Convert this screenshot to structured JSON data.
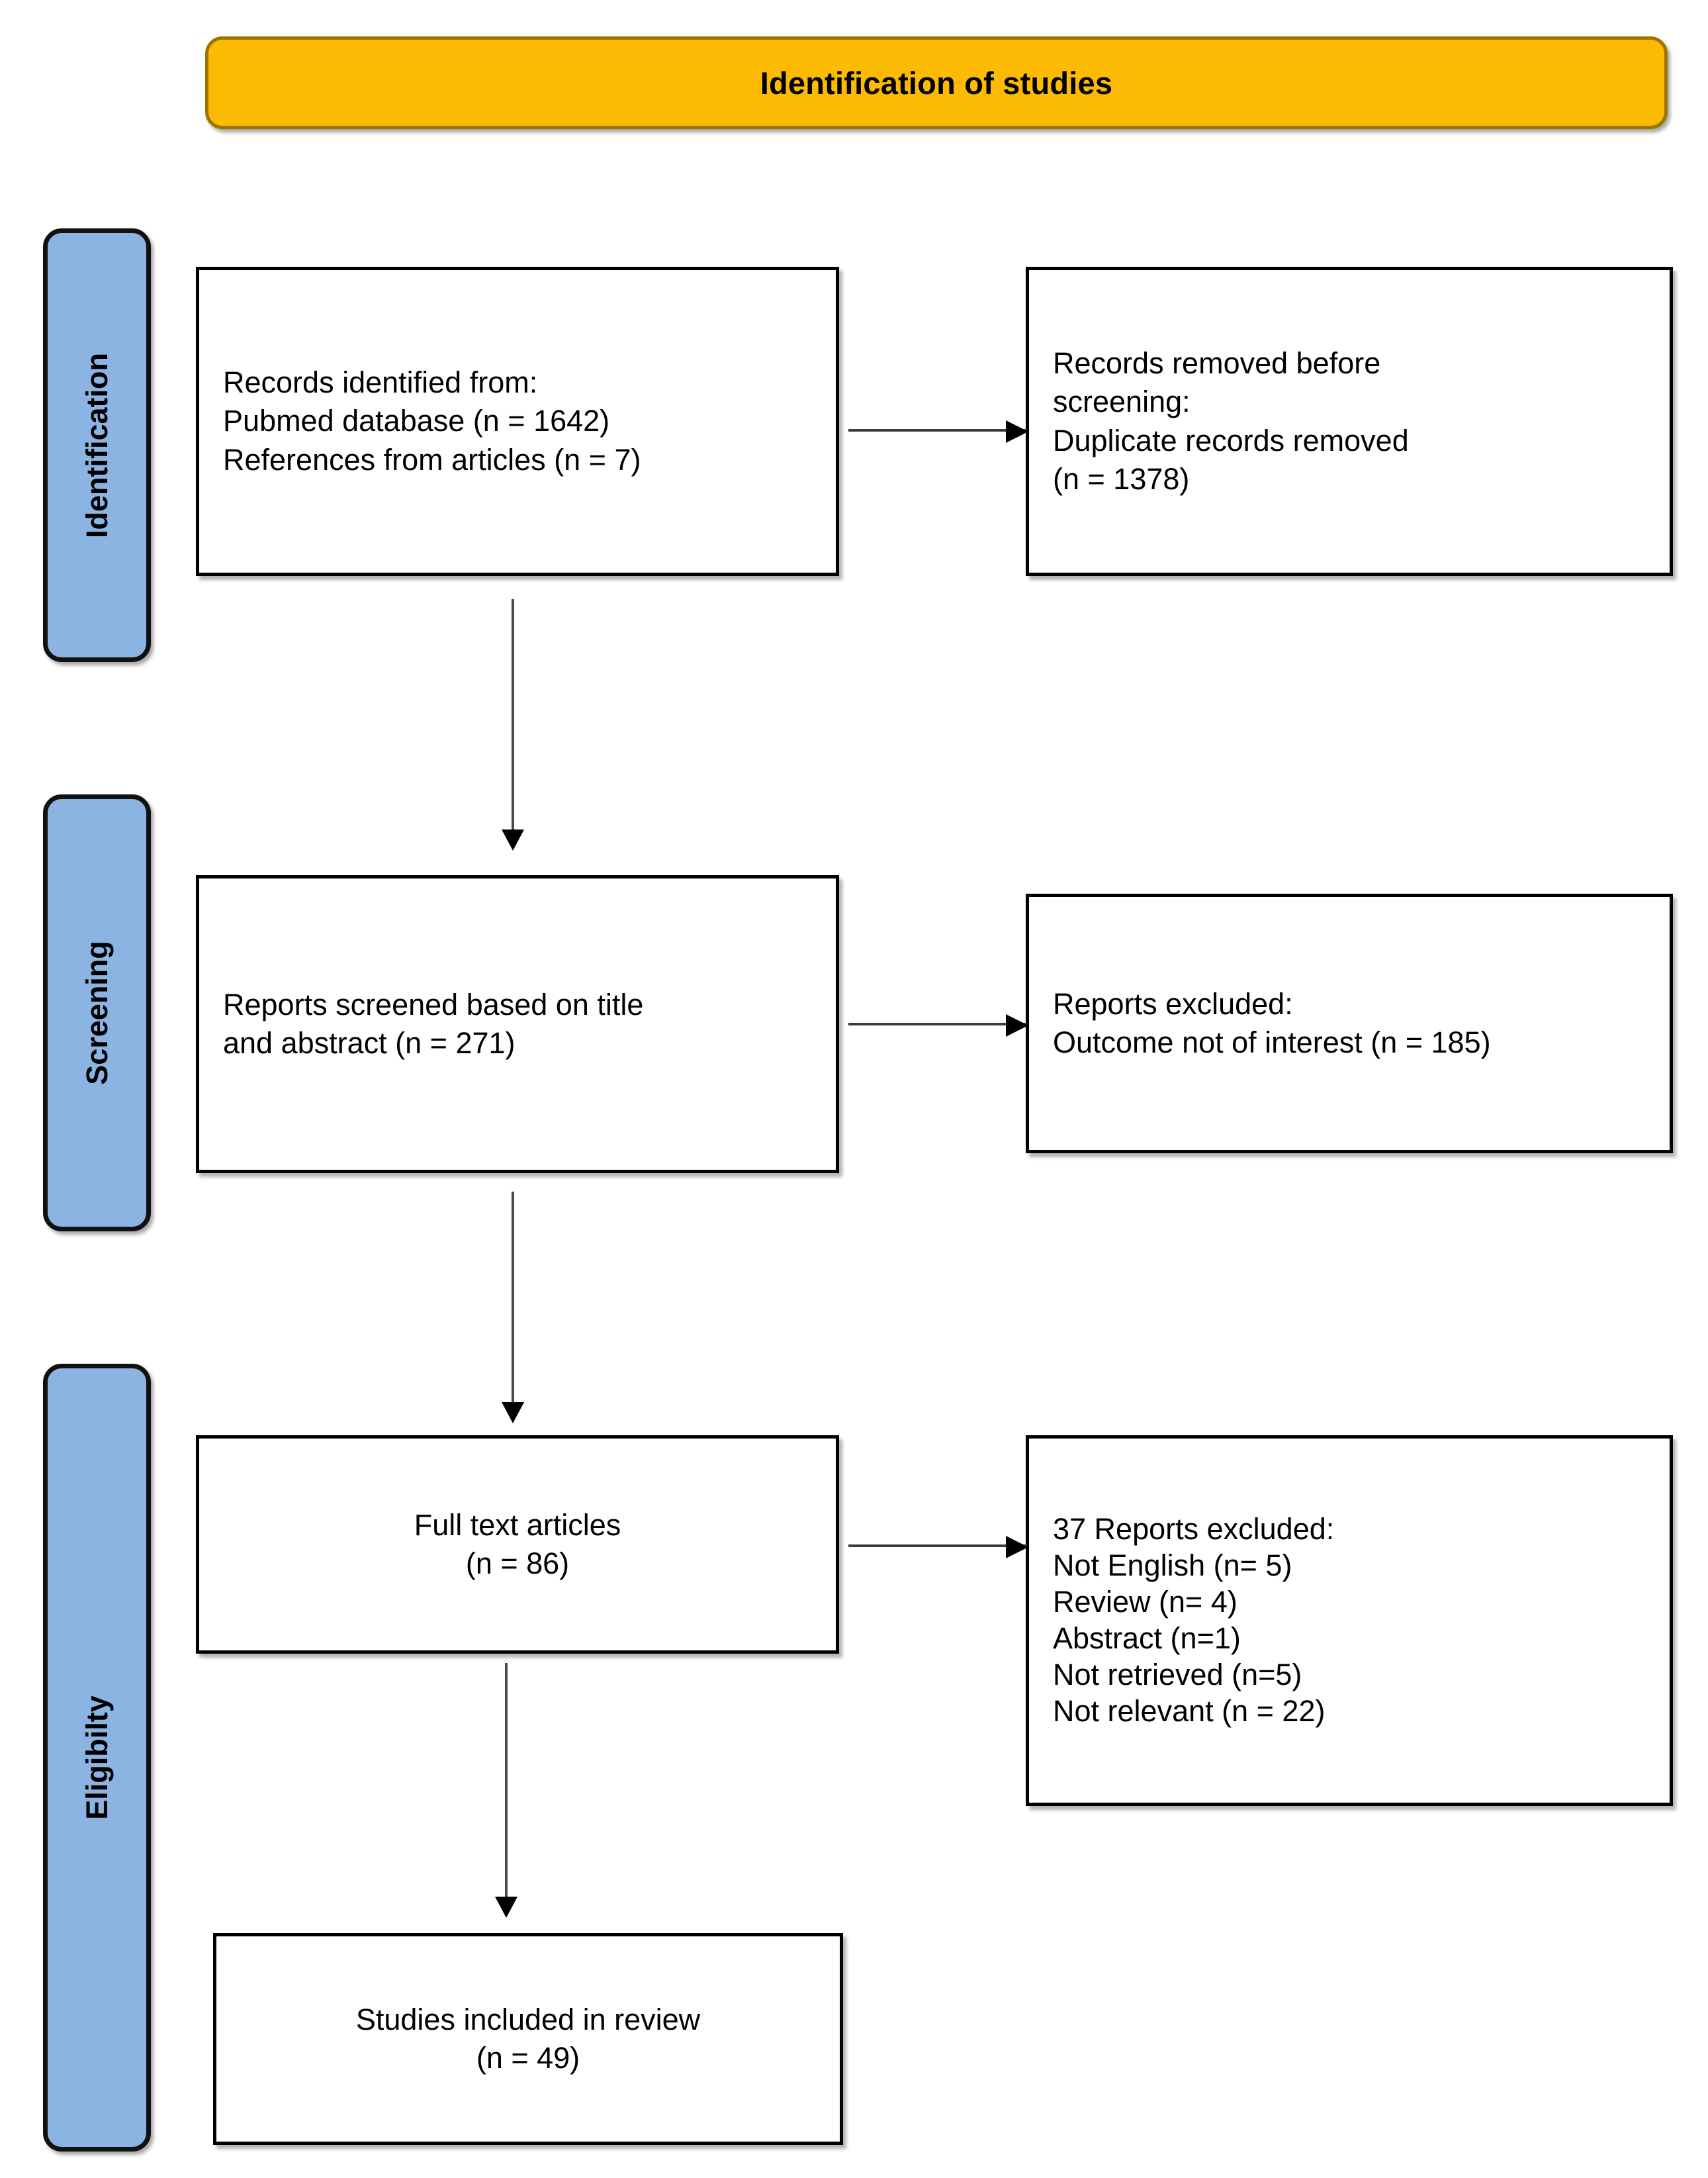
{
  "header": {
    "title": "Identification of studies",
    "bar_color": "#FCBA03",
    "bar_border_color": "#9C7500"
  },
  "stages": {
    "band_color": "#8CB4E2",
    "identification": {
      "label": "Identification"
    },
    "screening": {
      "label": "Screening"
    },
    "eligibility": {
      "label": "Eligibilty"
    }
  },
  "boxes": {
    "records_identified": {
      "lines": [
        "Records identified from:",
        "Pubmed database (n = 1642)",
        "References from articles (n = 7)"
      ]
    },
    "records_removed": {
      "lines": [
        "Records removed before",
        "screening:",
        "Duplicate records removed",
        "(n = 1378)"
      ]
    },
    "reports_screened": {
      "lines": [
        "Reports screened based on title",
        "and abstract (n = 271)"
      ]
    },
    "reports_excluded": {
      "lines": [
        "Reports excluded:",
        "Outcome not of interest (n = 185)"
      ]
    },
    "full_text_articles": {
      "lines": [
        "Full text articles",
        "(n = 86)"
      ]
    },
    "reports_excluded_detail": {
      "lines": [
        "37 Reports excluded:",
        "Not English (n= 5)",
        "Review (n= 4)",
        "Abstract (n=1)",
        "Not retrieved (n=5)",
        "Not relevant (n = 22)"
      ]
    },
    "studies_included": {
      "lines": [
        "Studies included in review",
        "(n = 49)"
      ]
    }
  },
  "chart_data": {
    "type": "diagram",
    "title": "Identification of studies",
    "diagram_kind": "PRISMA flow diagram",
    "stages": [
      "Identification",
      "Screening",
      "Eligibilty"
    ],
    "nodes": [
      {
        "id": "records_identified",
        "stage": "Identification",
        "column": "left",
        "counts": {
          "Pubmed database": 1642,
          "References from articles": 7
        }
      },
      {
        "id": "records_removed",
        "stage": "Identification",
        "column": "right",
        "counts": {
          "Duplicate records removed": 1378
        }
      },
      {
        "id": "reports_screened",
        "stage": "Screening",
        "column": "left",
        "counts": {
          "Reports screened based on title and abstract": 271
        }
      },
      {
        "id": "reports_excluded",
        "stage": "Screening",
        "column": "right",
        "counts": {
          "Outcome not of interest": 185
        }
      },
      {
        "id": "full_text_articles",
        "stage": "Eligibilty",
        "column": "left",
        "counts": {
          "Full text articles": 86
        }
      },
      {
        "id": "reports_excluded_detail",
        "stage": "Eligibilty",
        "column": "right",
        "counts": {
          "Total excluded": 37,
          "Not English": 5,
          "Review": 4,
          "Abstract": 1,
          "Not retrieved": 5,
          "Not relevant": 22
        }
      },
      {
        "id": "studies_included",
        "stage": "Eligibilty",
        "column": "left",
        "counts": {
          "Studies included in review": 49
        }
      }
    ],
    "edges": [
      {
        "from": "records_identified",
        "to": "records_removed",
        "direction": "right"
      },
      {
        "from": "records_identified",
        "to": "reports_screened",
        "direction": "down"
      },
      {
        "from": "reports_screened",
        "to": "reports_excluded",
        "direction": "right"
      },
      {
        "from": "reports_screened",
        "to": "full_text_articles",
        "direction": "down"
      },
      {
        "from": "full_text_articles",
        "to": "reports_excluded_detail",
        "direction": "right"
      },
      {
        "from": "full_text_articles",
        "to": "studies_included",
        "direction": "down"
      }
    ]
  }
}
